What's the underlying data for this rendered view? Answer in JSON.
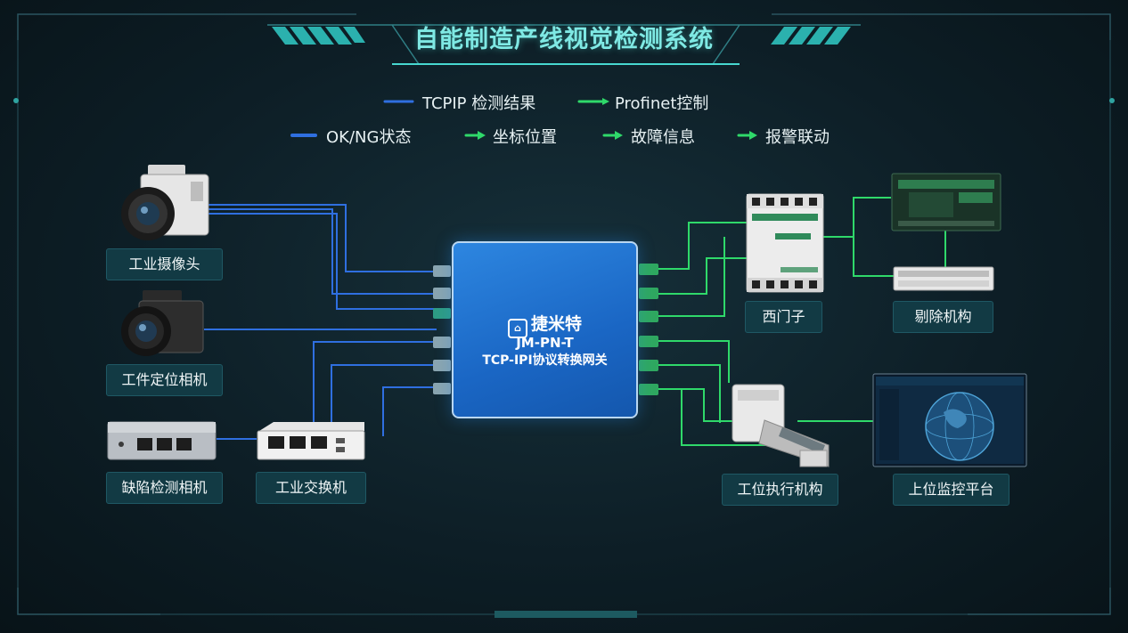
{
  "title": "自能制造产线视觉检测系统",
  "colors": {
    "accent": "#7fe9e4",
    "tcpip_line": "#2f6fe0",
    "profinet_line": "#2fd96a",
    "gateway": "#1a66c4",
    "label_bg": "#123a44"
  },
  "legend": {
    "tcpip": "TCPIP 检测结果",
    "profinet": "Profinet控制",
    "ok_ng": "OK/NG状态",
    "coords": "坐标位置",
    "fault": "故障信息",
    "alarm": "报警联动"
  },
  "gateway": {
    "brand": "捷米特",
    "model": "JM-PN-T",
    "description": "TCP-IPI协议转换网关"
  },
  "devices": {
    "camera": "工业摄像头",
    "positioning_camera": "工件定位相机",
    "defect_camera": "缺陷检测相机",
    "switch": "工业交换机",
    "siemens": "西门子",
    "reject": "剔除机构",
    "actuator": "工位执行机构",
    "monitor": "上位监控平台"
  },
  "icons": {
    "camera": "camera-icon",
    "switch": "ethernet-switch-icon",
    "plc": "plc-icon",
    "module": "io-module-icon",
    "actuator": "actuator-icon",
    "monitor": "monitor-icon",
    "logo": "brand-logo-icon"
  }
}
